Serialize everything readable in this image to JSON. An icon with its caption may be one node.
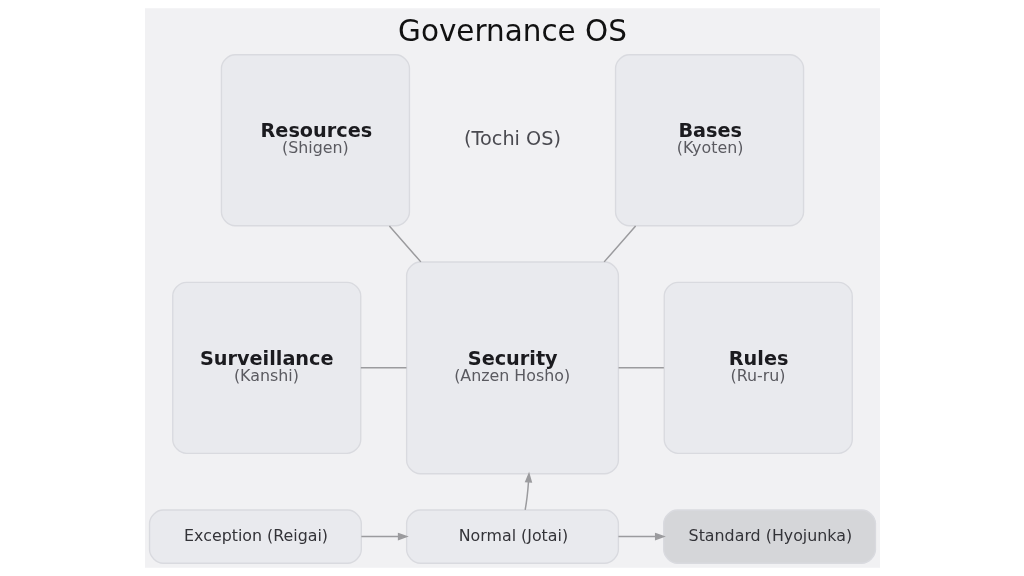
{
  "diagram": {
    "title": "Governance OS",
    "nodes": [
      {
        "text": [
          "Resources",
          "(Shigen)"
        ]
      },
      {
        "text": [
          "Bases",
          "(Kyoten)"
        ]
      },
      {
        "text": [
          "Security",
          "(Anzen Hosho)"
        ]
      },
      {
        "text": [
          "Surveillance",
          "(Kanshi)"
        ]
      },
      {
        "text": [
          "Rules",
          "(Ru-ru)"
        ]
      },
      {
        "text": [
          "Exception (Reigai)"
        ]
      },
      {
        "text": [
          "Normal (Jotai)"
        ]
      },
      {
        "text": [
          "Standard (Hyojunka)"
        ]
      }
    ],
    "edges": [
      {
        "from": 0,
        "to": 2,
        "arrow": "none"
      },
      {
        "from": 1,
        "to": 2,
        "arrow": "none"
      },
      {
        "from": 3,
        "to": 2,
        "arrow": "none"
      },
      {
        "from": 4,
        "to": 2,
        "arrow": "none"
      },
      {
        "from": 5,
        "to": 6,
        "arrow": "to"
      },
      {
        "from": 6,
        "to": 7,
        "arrow": "to"
      },
      {
        "from": 6,
        "to": 2,
        "arrow": "to"
      }
    ],
    "labels": [
      "(Tochi OS)"
    ]
  }
}
